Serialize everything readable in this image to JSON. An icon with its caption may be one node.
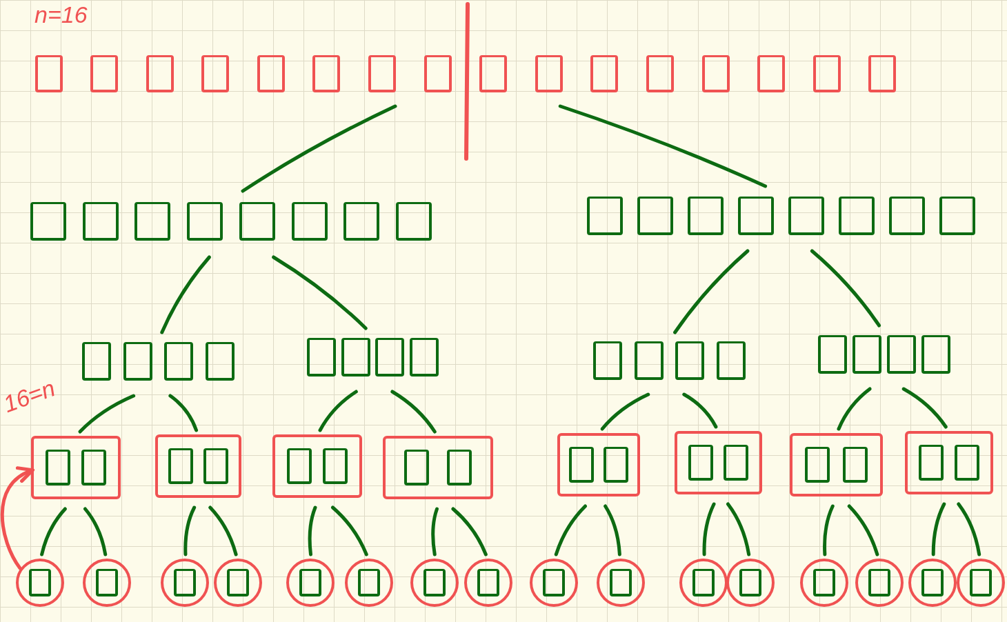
{
  "diagram": {
    "nodes": [
      {
        "text": [],
        "shape": "box"
      },
      {
        "text": [],
        "shape": "box"
      },
      {
        "text": [],
        "shape": "box"
      },
      {
        "text": [],
        "shape": "box"
      },
      {
        "text": [],
        "shape": "box"
      },
      {
        "text": [],
        "shape": "box"
      },
      {
        "text": [],
        "shape": "box"
      },
      {
        "text": [],
        "shape": "box"
      },
      {
        "text": [],
        "shape": "box"
      },
      {
        "text": [],
        "shape": "box"
      },
      {
        "text": [],
        "shape": "box"
      },
      {
        "text": [],
        "shape": "box"
      },
      {
        "text": [],
        "shape": "box"
      },
      {
        "text": [],
        "shape": "box"
      },
      {
        "text": [],
        "shape": "box"
      },
      {
        "text": [],
        "shape": "circle"
      },
      {
        "text": [],
        "shape": "circle"
      },
      {
        "text": [],
        "shape": "circle"
      },
      {
        "text": [],
        "shape": "circle"
      },
      {
        "text": [],
        "shape": "circle"
      },
      {
        "text": [],
        "shape": "circle"
      },
      {
        "text": [],
        "shape": "circle"
      },
      {
        "text": [],
        "shape": "circle"
      },
      {
        "text": [],
        "shape": "circle"
      },
      {
        "text": [],
        "shape": "circle"
      },
      {
        "text": [],
        "shape": "circle"
      },
      {
        "text": [],
        "shape": "circle"
      },
      {
        "text": [],
        "shape": "circle"
      },
      {
        "text": [],
        "shape": "circle"
      },
      {
        "text": [],
        "shape": "circle"
      },
      {
        "text": [],
        "shape": "circle"
      }
    ],
    "edges": [
      {
        "from": 0,
        "to": 1,
        "arrow": "none"
      },
      {
        "from": 0,
        "to": 2,
        "arrow": "none"
      },
      {
        "from": 1,
        "to": 3,
        "arrow": "none"
      },
      {
        "from": 1,
        "to": 4,
        "arrow": "none"
      },
      {
        "from": 2,
        "to": 5,
        "arrow": "none"
      },
      {
        "from": 2,
        "to": 6,
        "arrow": "none"
      },
      {
        "from": 3,
        "to": 7,
        "arrow": "none"
      },
      {
        "from": 3,
        "to": 8,
        "arrow": "none"
      },
      {
        "from": 4,
        "to": 9,
        "arrow": "none"
      },
      {
        "from": 4,
        "to": 10,
        "arrow": "none"
      },
      {
        "from": 5,
        "to": 11,
        "arrow": "none"
      },
      {
        "from": 5,
        "to": 12,
        "arrow": "none"
      },
      {
        "from": 6,
        "to": 13,
        "arrow": "none"
      },
      {
        "from": 6,
        "to": 14,
        "arrow": "none"
      },
      {
        "from": 7,
        "to": 15,
        "arrow": "none"
      },
      {
        "from": 7,
        "to": 16,
        "arrow": "none"
      },
      {
        "from": 8,
        "to": 17,
        "arrow": "none"
      },
      {
        "from": 8,
        "to": 18,
        "arrow": "none"
      },
      {
        "from": 9,
        "to": 19,
        "arrow": "none"
      },
      {
        "from": 9,
        "to": 20,
        "arrow": "none"
      },
      {
        "from": 10,
        "to": 21,
        "arrow": "none"
      },
      {
        "from": 10,
        "to": 22,
        "arrow": "none"
      },
      {
        "from": 11,
        "to": 23,
        "arrow": "none"
      },
      {
        "from": 11,
        "to": 24,
        "arrow": "none"
      },
      {
        "from": 12,
        "to": 25,
        "arrow": "none"
      },
      {
        "from": 12,
        "to": 26,
        "arrow": "none"
      },
      {
        "from": 13,
        "to": 27,
        "arrow": "none"
      },
      {
        "from": 13,
        "to": 28,
        "arrow": "none"
      },
      {
        "from": 14,
        "to": 29,
        "arrow": "none"
      },
      {
        "from": 14,
        "to": 30,
        "arrow": "none"
      },
      {
        "from": 15,
        "to": 7,
        "arrow": "to",
        "color": "#f05252"
      }
    ],
    "labels": [
      "n=16",
      "16=n"
    ]
  }
}
